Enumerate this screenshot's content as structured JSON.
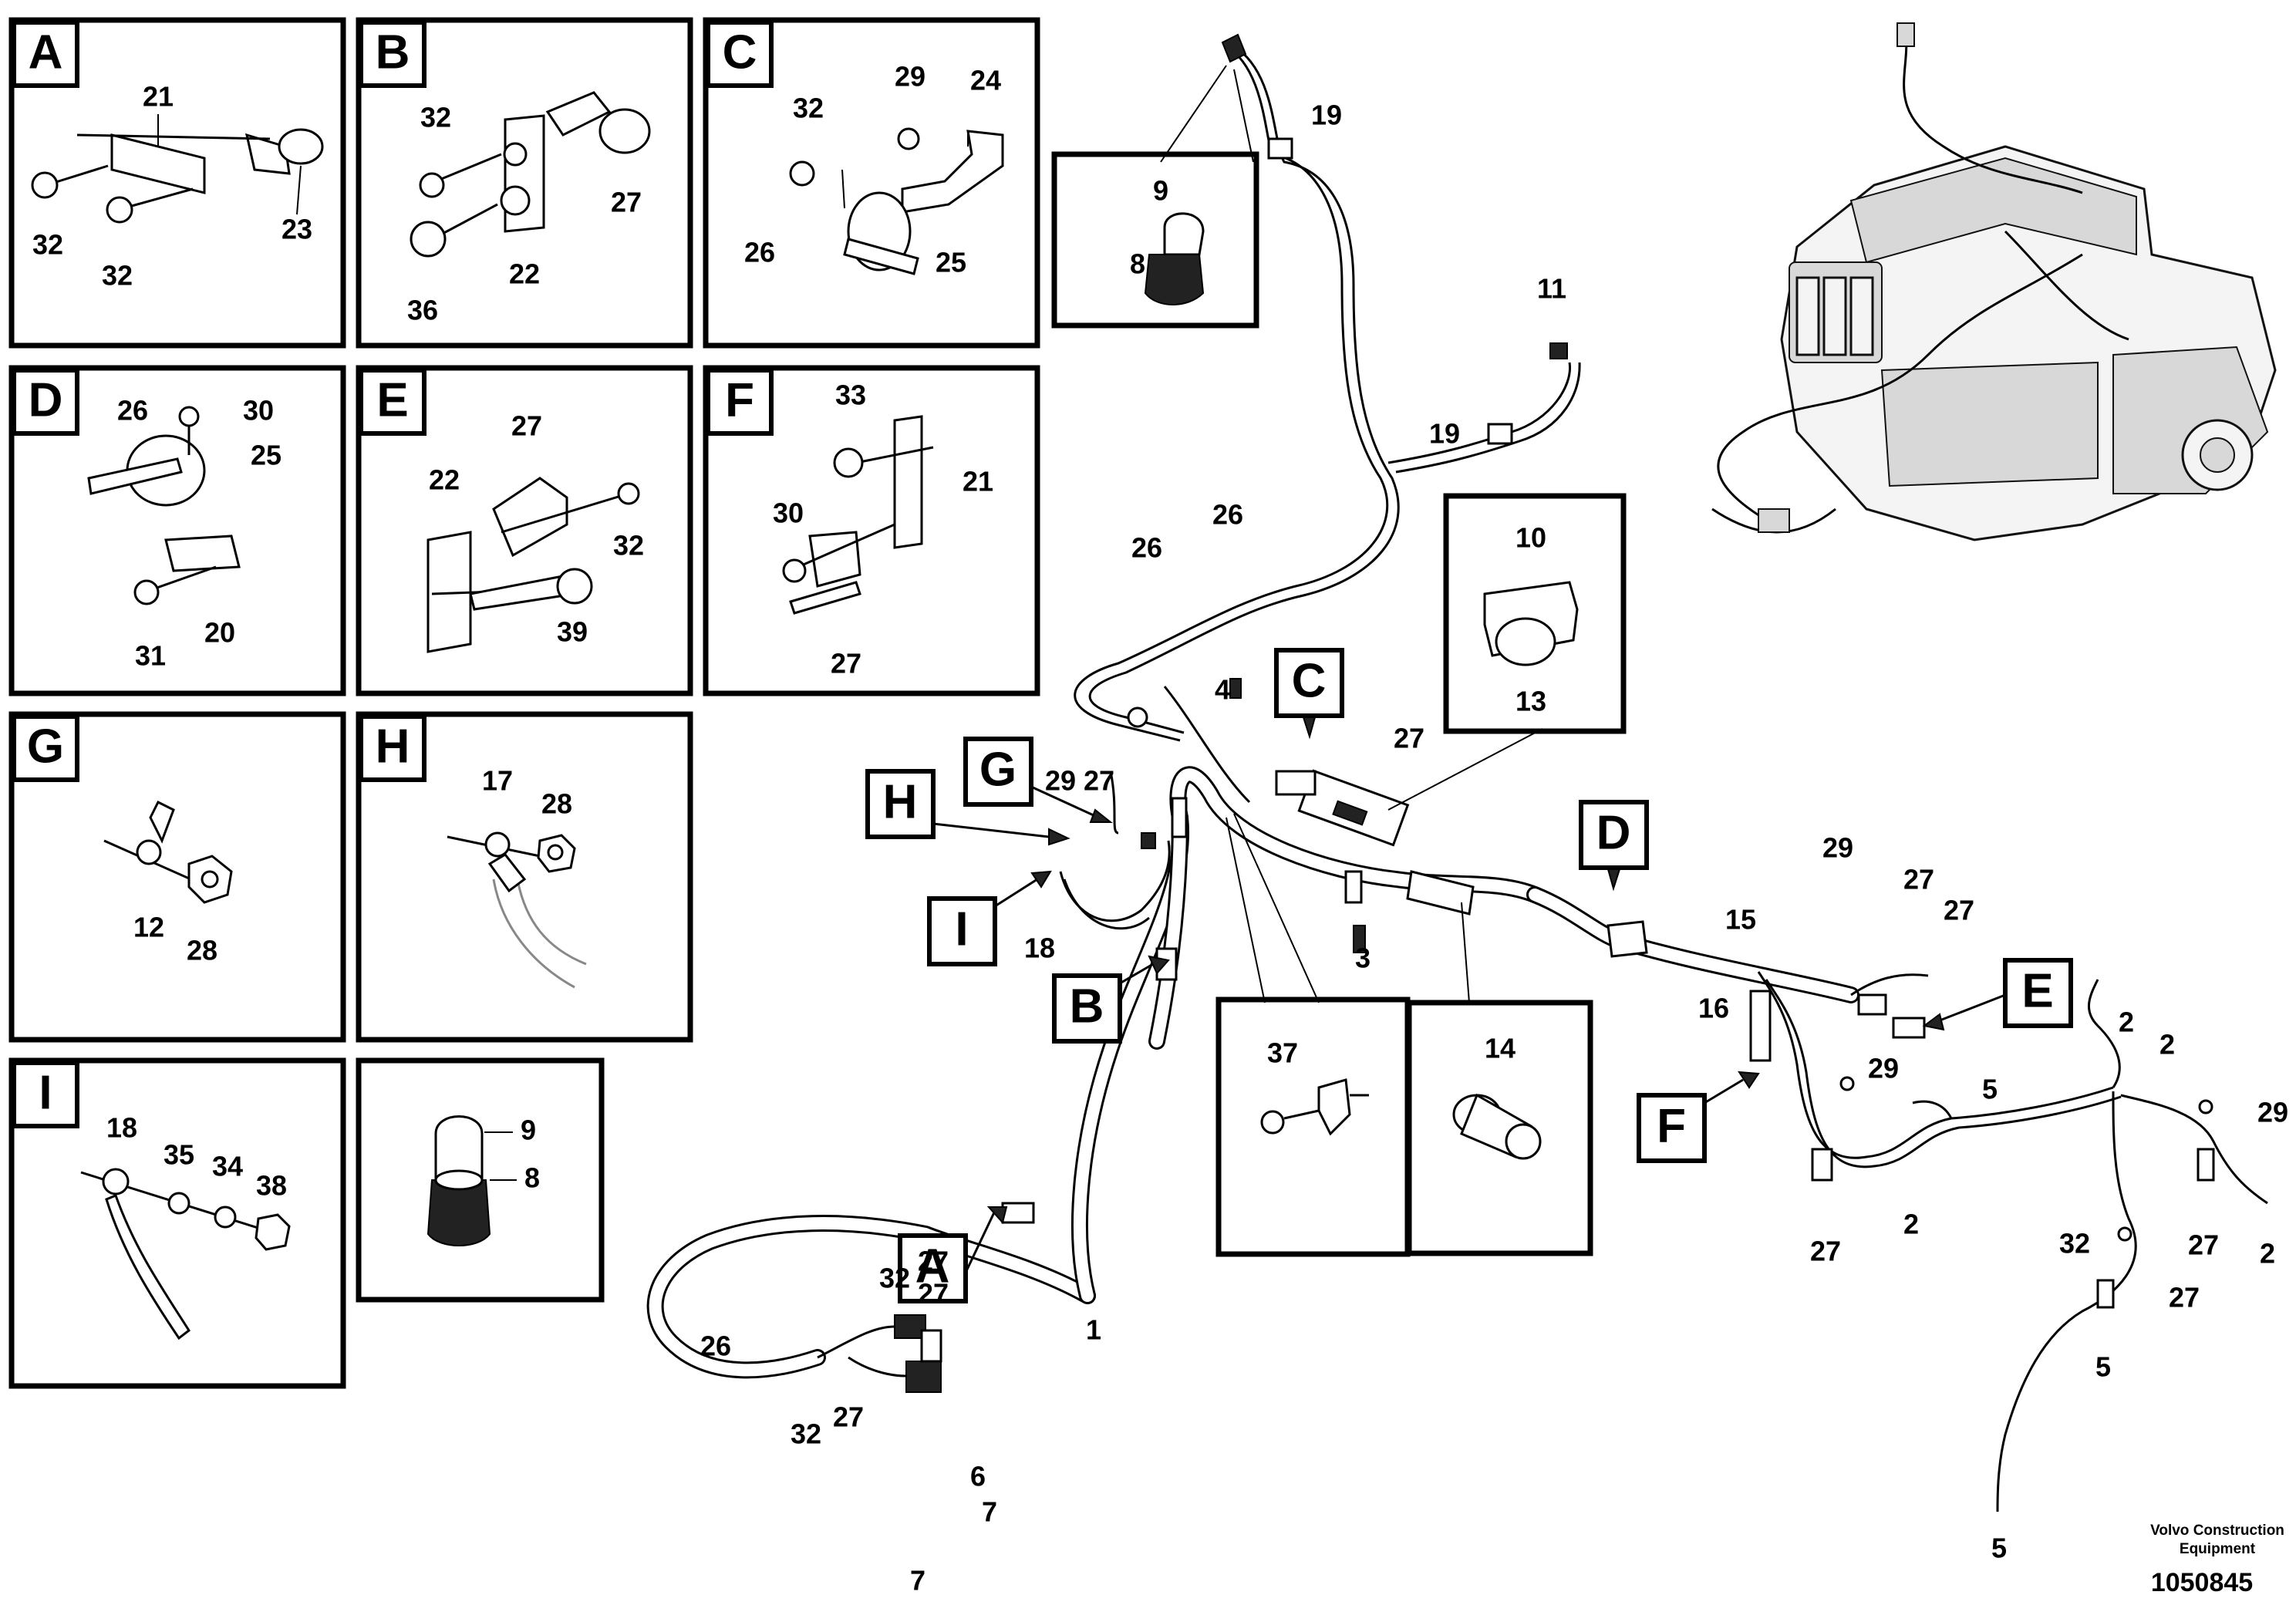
{
  "panels": [
    {
      "id": "A",
      "labels": [
        "21",
        "32",
        "32",
        "23"
      ]
    },
    {
      "id": "B",
      "labels": [
        "32",
        "27",
        "22",
        "36"
      ]
    },
    {
      "id": "C",
      "labels": [
        "32",
        "29",
        "24",
        "26",
        "25"
      ]
    },
    {
      "id": "D",
      "labels": [
        "26",
        "30",
        "25",
        "31",
        "20"
      ]
    },
    {
      "id": "E",
      "labels": [
        "27",
        "22",
        "32",
        "39"
      ]
    },
    {
      "id": "F",
      "labels": [
        "33",
        "21",
        "30",
        "27"
      ]
    },
    {
      "id": "G",
      "labels": [
        "12",
        "28"
      ]
    },
    {
      "id": "H",
      "labels": [
        "17",
        "28"
      ]
    },
    {
      "id": "I",
      "labels": [
        "18",
        "35",
        "34",
        "38"
      ]
    },
    {
      "id": "",
      "labels": [
        "9",
        "8"
      ]
    }
  ],
  "main_labels": [
    "9",
    "8",
    "19",
    "19",
    "11",
    "26",
    "26",
    "4",
    "27",
    "29",
    "27",
    "10",
    "13",
    "3",
    "18",
    "37",
    "14",
    "15",
    "29",
    "27",
    "27",
    "16",
    "2",
    "2",
    "2",
    "2",
    "29",
    "29",
    "5",
    "5",
    "5",
    "27",
    "27",
    "27",
    "27",
    "32",
    "32",
    "27",
    "32",
    "27",
    "26",
    "1",
    "6",
    "7",
    "7"
  ],
  "main_callouts": [
    "C",
    "D",
    "G",
    "H",
    "I",
    "B",
    "A",
    "E",
    "F"
  ],
  "footer": {
    "company_line1": "Volvo Construction",
    "company_line2": "Equipment",
    "document_number": "1050845"
  }
}
